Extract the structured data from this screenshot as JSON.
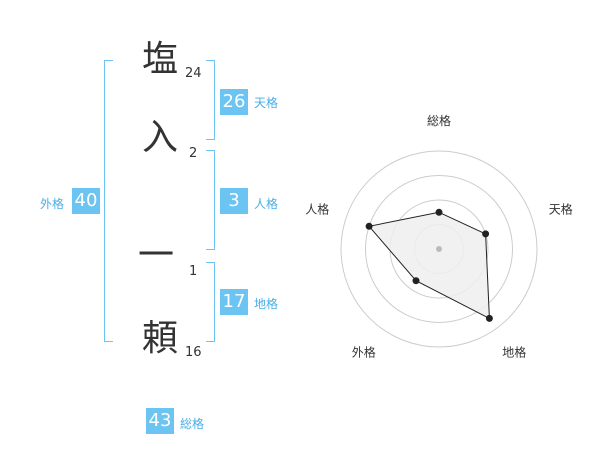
{
  "name": {
    "chars": [
      {
        "char": "塩",
        "strokes": "24"
      },
      {
        "char": "入",
        "strokes": "2"
      },
      {
        "char": "一",
        "strokes": "1"
      },
      {
        "char": "頼",
        "strokes": "16"
      }
    ]
  },
  "kaku": {
    "tenkaku": {
      "value": "26",
      "label": "天格"
    },
    "jinkaku": {
      "value": "3",
      "label": "人格"
    },
    "chikaku": {
      "value": "17",
      "label": "地格"
    },
    "gaikaku": {
      "value": "40",
      "label": "外格"
    },
    "soukaku": {
      "value": "43",
      "label": "総格"
    }
  },
  "colors": {
    "accent": "#6cc4f2",
    "label": "#4aaee6",
    "text": "#333333",
    "grid": "#cccccc",
    "fill": "#eeeeee"
  },
  "chart_data": {
    "type": "radar",
    "axes": [
      "総格",
      "天格",
      "地格",
      "外格",
      "人格"
    ],
    "max": 4,
    "rings": 4,
    "values": [
      1.5,
      2.0,
      3.5,
      1.6,
      3.0
    ]
  }
}
